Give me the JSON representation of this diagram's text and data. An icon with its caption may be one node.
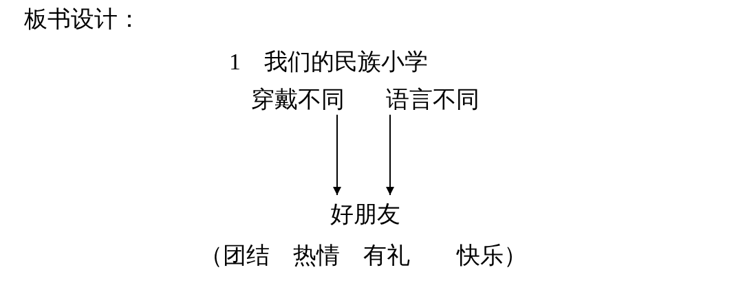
{
  "diagram": {
    "nodes": [
      {
        "text": [
          "穿戴不同"
        ]
      },
      {
        "text": [
          "语言不同"
        ]
      },
      {
        "text": [
          "好朋友"
        ]
      }
    ],
    "edges": [
      {
        "from": 0,
        "to": 2,
        "arrow": "to"
      },
      {
        "from": 1,
        "to": 2,
        "arrow": "to"
      }
    ],
    "labels": [
      "板书设计：",
      "1　我们的民族小学",
      "（团结　热情　有礼　　快乐）"
    ]
  }
}
